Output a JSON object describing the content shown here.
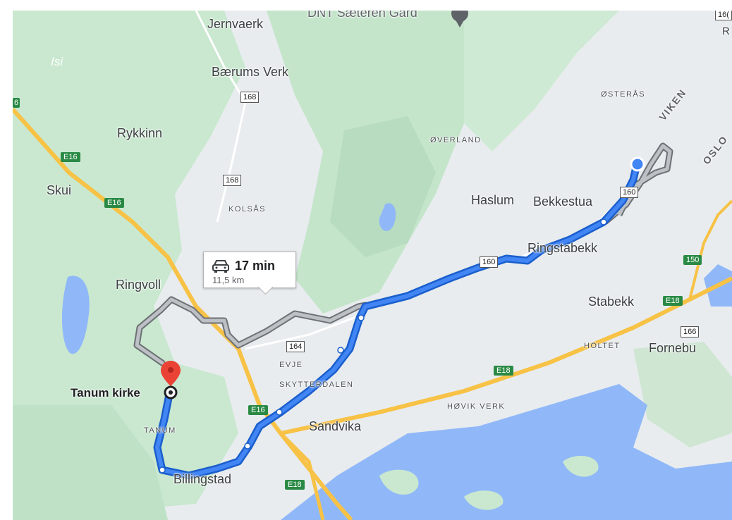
{
  "colors": {
    "land": "#e8ecef",
    "forest": "#c9e8cf",
    "water": "#90b8f8",
    "highway": "#f7c245",
    "route": "#1a73e8",
    "alt_route": "#9aa0a6",
    "destination_pin": "#ea4335"
  },
  "icons": [
    "car-icon",
    "destination-pin-icon",
    "origin-dot-icon",
    "waypoint-marker-icon"
  ],
  "places": {
    "dnt": "DNT Sæteren Gård",
    "jernvaerk": "Jernvaerk",
    "baerums_verk": "Bærums Verk",
    "rykkinn": "Rykkinn",
    "skui": "Skui",
    "ringvoll": "Ringvoll",
    "tanum_kirke": "Tanum kirke",
    "billingstad": "Billingstad",
    "sandvika": "Sandvika",
    "haslum": "Haslum",
    "bekkestua": "Bekkestua",
    "ringstabekk": "Ringstabekk",
    "stabekk": "Stabekk",
    "fornebu": "Fornebu",
    "isi": "Isi"
  },
  "districts": {
    "osteras": "ØSTERÅS",
    "overland": "ØVERLAND",
    "kolsas": "KOLSÅS",
    "evje": "EVJE",
    "skytterdalen": "SKYTTERDALEN",
    "tanum": "TANUM",
    "hovik_verk": "HØVIK VERK",
    "holtet": "HOLTET"
  },
  "regions": {
    "viken": "VIKEN",
    "oslo": "OSLO"
  },
  "roads": {
    "r168_top": "168",
    "r168_mid": "168",
    "r160_a": "160",
    "r160_b": "160",
    "r164": "164",
    "r166": "166",
    "r16x": "16(",
    "rR": "R",
    "e16_a": "E16",
    "e16_b": "E16",
    "e16_c": "E16",
    "e16_edge": "6",
    "e18_a": "E18",
    "e18_b": "E18",
    "e18_c": "E18",
    "r150": "150"
  },
  "route_info": {
    "duration": "17 min",
    "distance": "11,5 km"
  }
}
